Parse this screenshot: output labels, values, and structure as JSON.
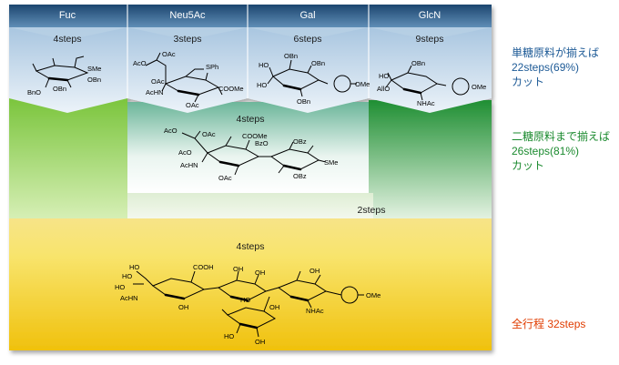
{
  "columns": [
    {
      "name": "Fuc",
      "steps": "4steps"
    },
    {
      "name": "Neu5Ac",
      "steps": "3steps"
    },
    {
      "name": "Gal",
      "steps": "6steps"
    },
    {
      "name": "GlcN",
      "steps": "9steps"
    }
  ],
  "stages": {
    "disaccharide_steps": "4steps",
    "coupling_steps": "2steps",
    "final_steps": "4steps"
  },
  "chem_labels": {
    "fuc": [
      "SMe",
      "OBn",
      "BnO",
      "OBn"
    ],
    "neu": [
      "AcO",
      "OAc",
      "SPh",
      "OAc",
      "AcHN",
      "COOMe",
      "OAc"
    ],
    "gal": [
      "OBn",
      "HO",
      "OBn",
      "HO",
      "OMe",
      "OBn"
    ],
    "glcn": [
      "OBn",
      "HO",
      "AllO",
      "NHAc",
      "OMe"
    ],
    "di": [
      "AcO",
      "OAc",
      "COOMe",
      "BzO",
      "OBz",
      "AcO",
      "AcHN",
      "SMe",
      "OAc",
      "OBz"
    ],
    "final": [
      "HO",
      "COOH",
      "HO",
      "OH",
      "OH",
      "HO",
      "OH",
      "AcHN",
      "OH",
      "OMe",
      "HO",
      "OH",
      "NHAc",
      "HO",
      "OH"
    ]
  },
  "notes": {
    "note1": [
      "単糖原料が揃えば",
      "22steps(69%)",
      "カット"
    ],
    "note2": [
      "二糖原料まで揃えば",
      "26steps(81%)",
      "カット"
    ],
    "note3": [
      "全行程 32steps"
    ]
  },
  "colors": {
    "note1": "#1d5a96",
    "note2": "#1a8a2e",
    "note3": "#e03c00",
    "header_band": "#3f6f9a",
    "blue_band": "#d9e6f2",
    "green_band": "#4ea44c",
    "yellow_band": "#f2c614"
  }
}
